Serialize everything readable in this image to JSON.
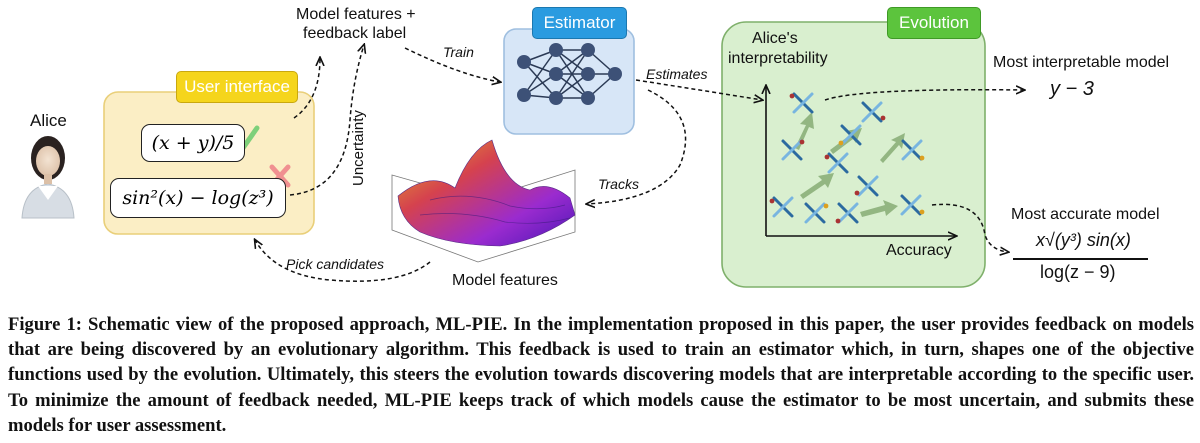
{
  "diagram": {
    "alice_label": "Alice",
    "user_interface_tag": "User interface",
    "model_good": "(x + y)/5",
    "model_bad": "sin²(x) − log(z³)",
    "model_features_feedback": [
      "Model features +",
      "feedback label"
    ],
    "train_label": "Train",
    "estimator_tag": "Estimator",
    "estimates_label": "Estimates",
    "tracks_label": "Tracks",
    "uncertainty_axis": "Uncertainty",
    "model_features_label": "Model features",
    "pick_candidates_label": "Pick candidates",
    "evolution_tag": "Evolution",
    "alice_interpretability": [
      "Alice's",
      "interpretability"
    ],
    "accuracy_axis": "Accuracy",
    "most_interpretable_label": "Most interpretable model",
    "most_interpretable_expr": "y − 3",
    "most_accurate_label": "Most accurate model",
    "most_accurate_numerator": "x√(y³) sin(x)",
    "most_accurate_denominator": "log(z − 9)",
    "colors": {
      "ui_box": "#fbeec5",
      "ui_tag": "#f5d51c",
      "estimator_box": "#d7e6f7",
      "estimator_tag": "#2a9be0",
      "evolution_box": "#d9efcf",
      "evolution_tag": "#5cc43d",
      "check": "#7ed07a",
      "cross": "#f09090"
    }
  },
  "caption": {
    "lead": "Figure 1: Schematic view of the proposed approach, ML-PIE.",
    "body": "In the implementation proposed in this paper, the user provides feedback on models that are being discovered by an evolutionary algorithm. This feedback is used to train an estimator which, in turn, shapes one of the objective functions used by the evolution. Ultimately, this steers the evolution towards discovering models that are interpretable according to the specific user. To minimize the amount of feedback needed, ML-PIE keeps track of which models cause the estimator to be most uncertain, and submits these models for user assessment."
  }
}
